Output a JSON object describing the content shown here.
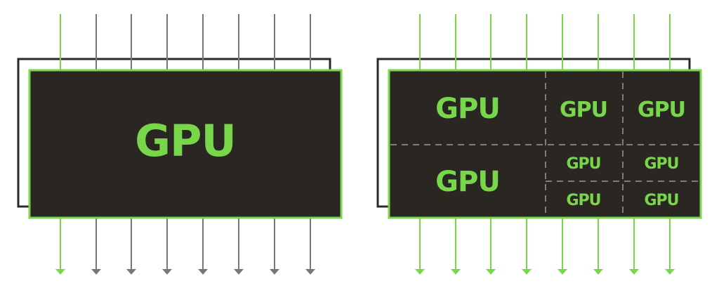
{
  "colors": {
    "accent_green": "#78d64b",
    "lane_gray": "#777777",
    "chip_fill": "#2a2621",
    "outline_dark": "#2a2a2a",
    "divider_dashed": "#9a9a9a"
  },
  "diagrams": [
    {
      "id": "single-gpu",
      "label": "GPU",
      "lanes": [
        "green",
        "gray",
        "gray",
        "gray",
        "gray",
        "gray",
        "gray",
        "gray"
      ],
      "partitions": [
        {
          "label": "GPU",
          "size": "large"
        }
      ]
    },
    {
      "id": "partitioned-gpu",
      "lanes": [
        "green",
        "green",
        "green",
        "green",
        "green",
        "green",
        "green",
        "green"
      ],
      "partitions": [
        {
          "label": "GPU",
          "size": "large"
        },
        {
          "label": "GPU",
          "size": "large"
        },
        {
          "label": "GPU",
          "size": "medium"
        },
        {
          "label": "GPU",
          "size": "medium"
        },
        {
          "label": "GPU",
          "size": "small"
        },
        {
          "label": "GPU",
          "size": "small"
        },
        {
          "label": "GPU",
          "size": "small"
        },
        {
          "label": "GPU",
          "size": "small"
        }
      ]
    }
  ]
}
